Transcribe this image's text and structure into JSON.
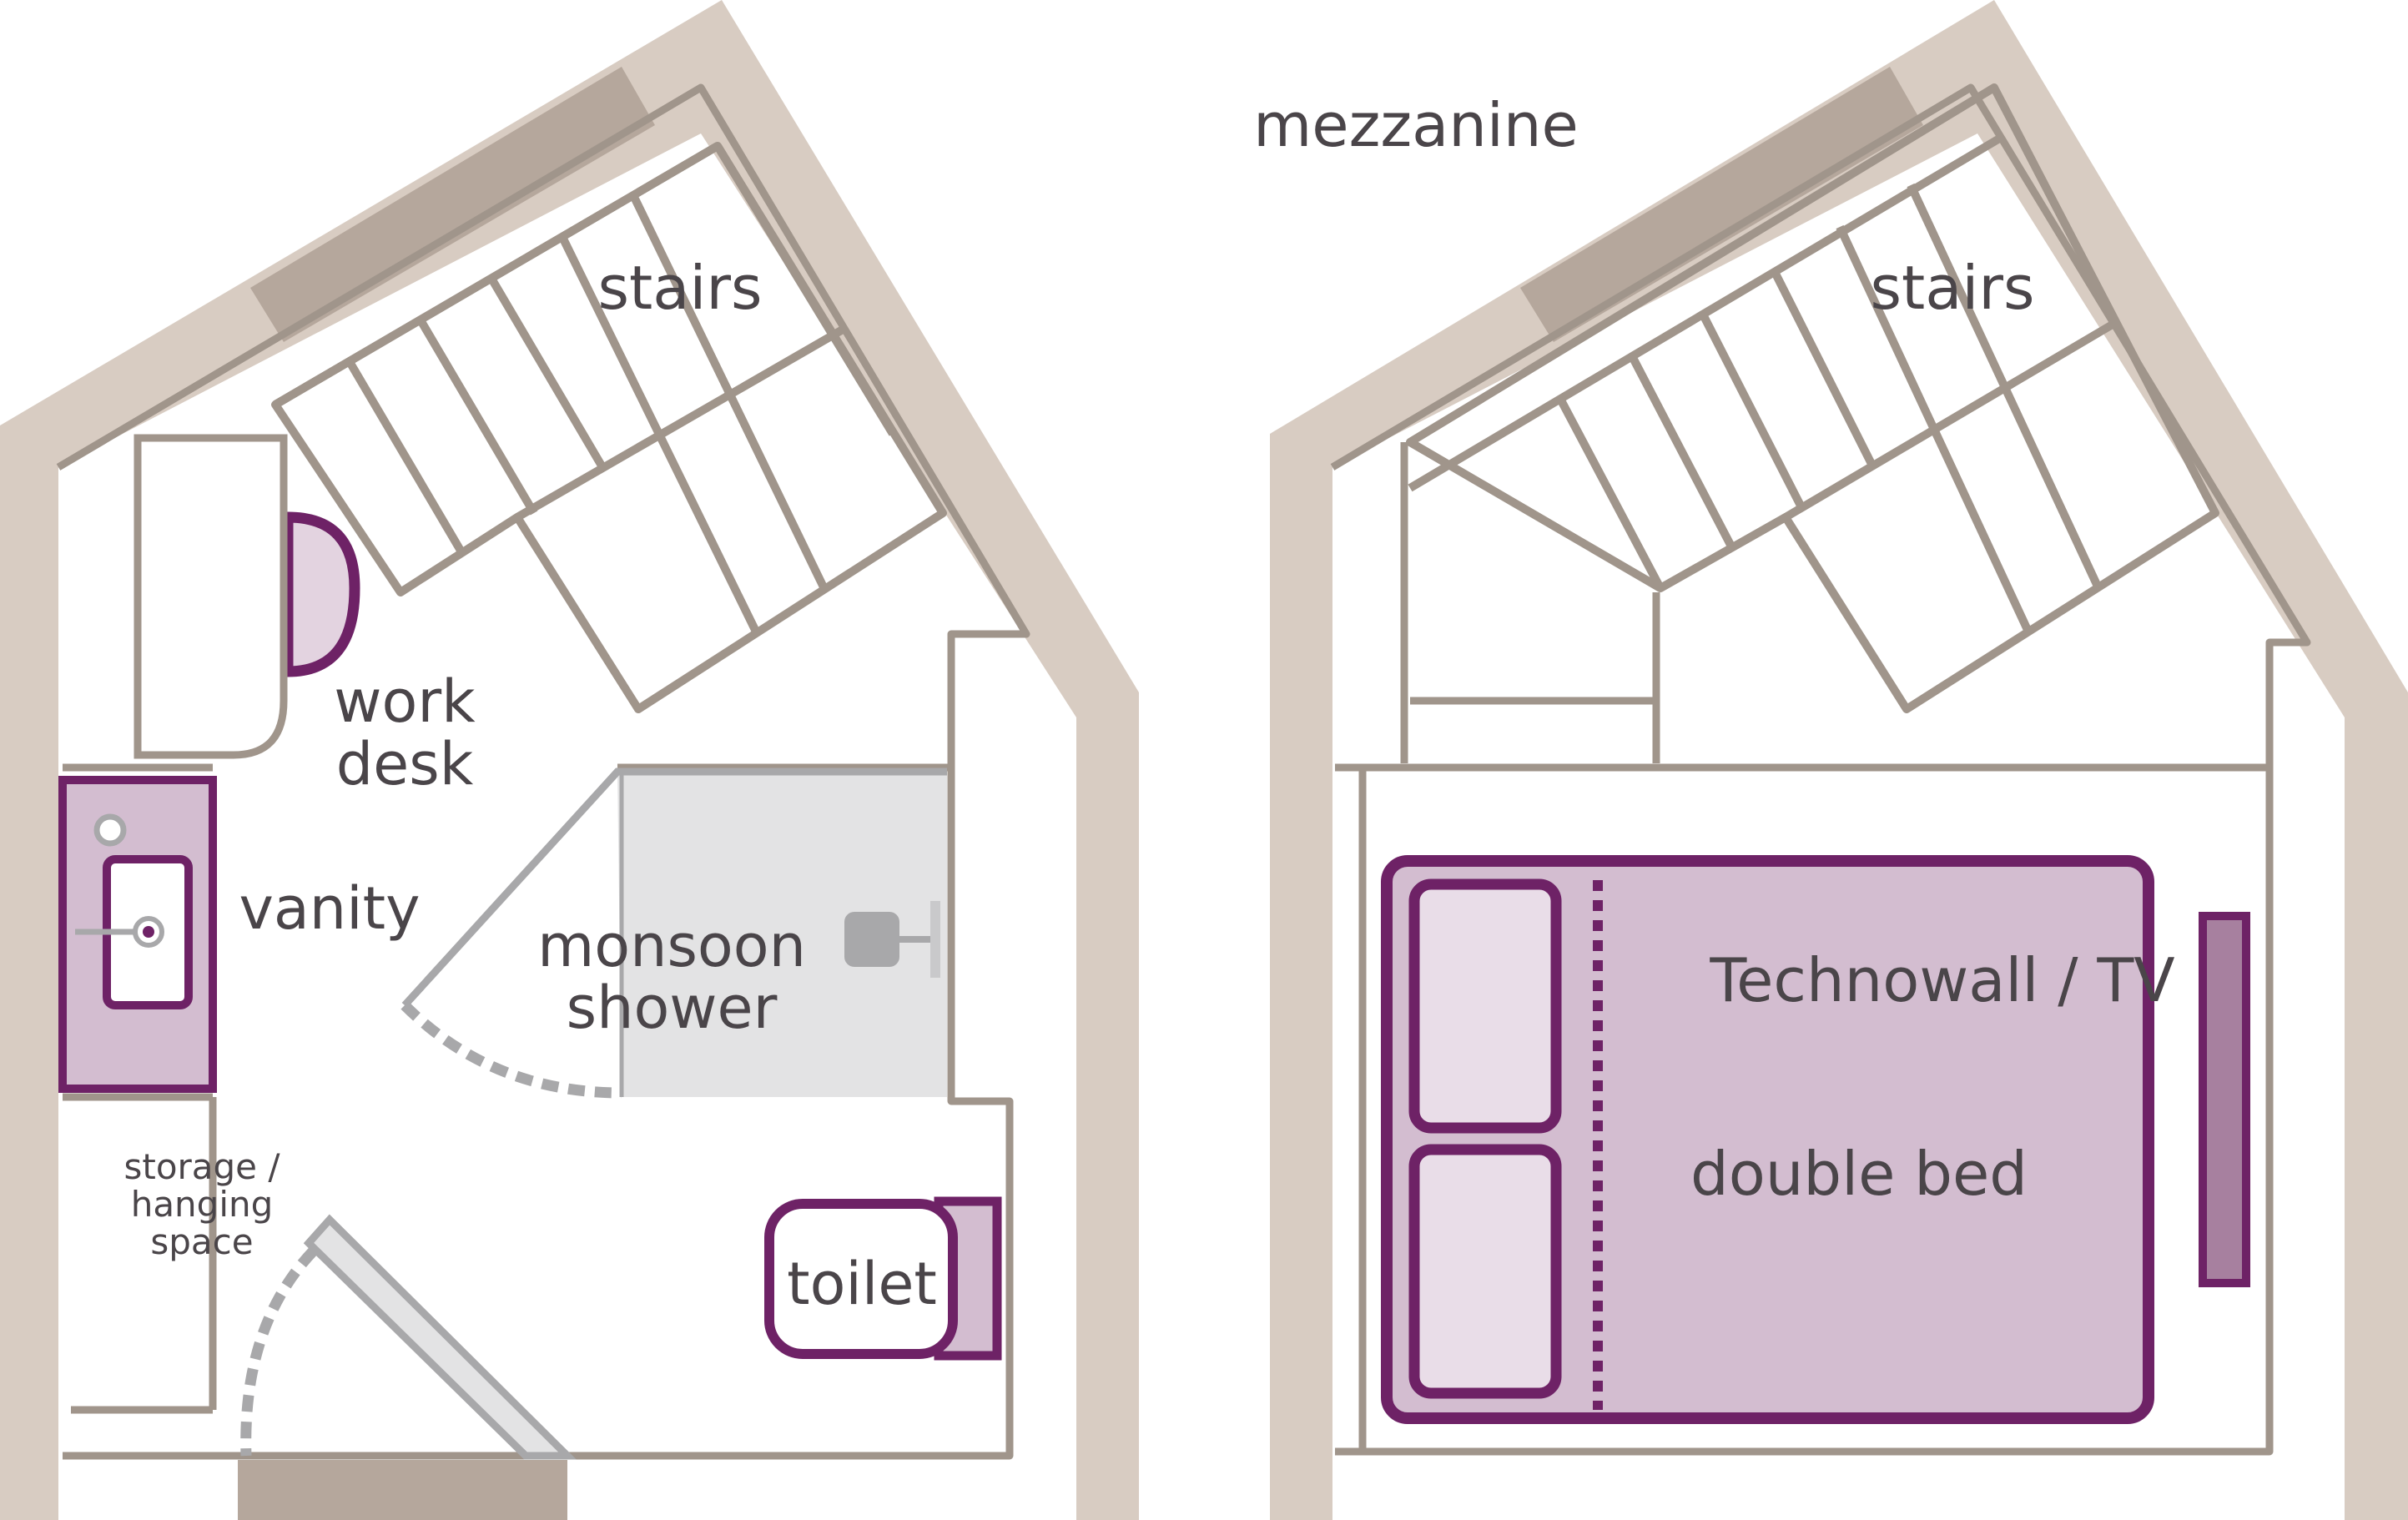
{
  "title": "mezzanine",
  "ground_floor": {
    "stairs": "stairs",
    "work_desk": [
      "work",
      "desk"
    ],
    "vanity": "vanity",
    "shower": [
      "monsoon",
      "shower"
    ],
    "storage": [
      "storage /",
      "hanging",
      "space"
    ],
    "toilet": "toilet"
  },
  "mezzanine_floor": {
    "stairs": "stairs",
    "technowall": "Technowall / TV",
    "bed": "double bed"
  },
  "colors": {
    "outer_wall": "#d8ccc2",
    "window": "#b5a79c",
    "inner_line": "#a0958b",
    "purple": "#6e2266",
    "purple_fill": "#d3bdd0",
    "pillow_fill": "#e9dde8",
    "tv_fill": "#a7809f",
    "shower_fill": "#e3e3e4",
    "shower_line": "#a8a8aa",
    "text": "#4a4549"
  }
}
